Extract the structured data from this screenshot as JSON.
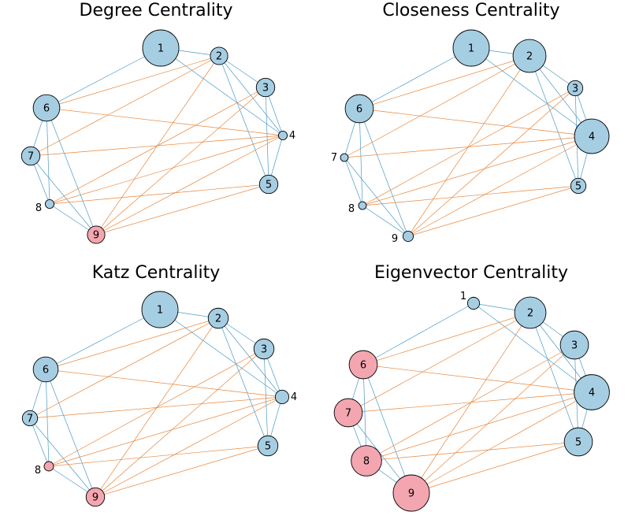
{
  "colors": {
    "node_default": "#a6cee3",
    "node_highlight": "#f4a6b0",
    "edge_intra": "#4a9bc9",
    "edge_cross": "#e8863a"
  },
  "panels": [
    {
      "title": "Degree Centrality",
      "nodes": [
        {
          "id": "1",
          "size": 1.0,
          "highlight": false,
          "label_outside": false
        },
        {
          "id": "2",
          "size": 0.42,
          "highlight": false,
          "label_outside": false
        },
        {
          "id": "3",
          "size": 0.45,
          "highlight": false,
          "label_outside": false
        },
        {
          "id": "4",
          "size": 0.15,
          "highlight": false,
          "label_outside": true
        },
        {
          "id": "5",
          "size": 0.45,
          "highlight": false,
          "label_outside": false
        },
        {
          "id": "6",
          "size": 0.7,
          "highlight": false,
          "label_outside": false
        },
        {
          "id": "7",
          "size": 0.45,
          "highlight": false,
          "label_outside": false
        },
        {
          "id": "8",
          "size": 0.15,
          "highlight": false,
          "label_outside": true
        },
        {
          "id": "9",
          "size": 0.42,
          "highlight": true,
          "label_outside": false
        }
      ]
    },
    {
      "title": "Closeness Centrality",
      "nodes": [
        {
          "id": "1",
          "size": 1.0,
          "highlight": false,
          "label_outside": false
        },
        {
          "id": "2",
          "size": 0.9,
          "highlight": false,
          "label_outside": false
        },
        {
          "id": "3",
          "size": 0.35,
          "highlight": false,
          "label_outside": false
        },
        {
          "id": "4",
          "size": 0.95,
          "highlight": false,
          "label_outside": false
        },
        {
          "id": "5",
          "size": 0.35,
          "highlight": false,
          "label_outside": false
        },
        {
          "id": "6",
          "size": 0.75,
          "highlight": false,
          "label_outside": false
        },
        {
          "id": "7",
          "size": 0.12,
          "highlight": false,
          "label_outside": true
        },
        {
          "id": "8",
          "size": 0.12,
          "highlight": false,
          "label_outside": true
        },
        {
          "id": "9",
          "size": 0.2,
          "highlight": false,
          "label_outside": true
        }
      ]
    },
    {
      "title": "Katz Centrality",
      "nodes": [
        {
          "id": "1",
          "size": 1.0,
          "highlight": false,
          "label_outside": false
        },
        {
          "id": "2",
          "size": 0.5,
          "highlight": false,
          "label_outside": false
        },
        {
          "id": "3",
          "size": 0.5,
          "highlight": false,
          "label_outside": false
        },
        {
          "id": "4",
          "size": 0.3,
          "highlight": false,
          "label_outside": true
        },
        {
          "id": "5",
          "size": 0.5,
          "highlight": false,
          "label_outside": false
        },
        {
          "id": "6",
          "size": 0.65,
          "highlight": false,
          "label_outside": false
        },
        {
          "id": "7",
          "size": 0.35,
          "highlight": false,
          "label_outside": false
        },
        {
          "id": "8",
          "size": 0.17,
          "highlight": true,
          "label_outside": true
        },
        {
          "id": "9",
          "size": 0.45,
          "highlight": true,
          "label_outside": false
        }
      ]
    },
    {
      "title": "Eigenvector Centrality",
      "nodes": [
        {
          "id": "1",
          "size": 0.25,
          "highlight": false,
          "label_outside": true
        },
        {
          "id": "2",
          "size": 0.85,
          "highlight": false,
          "label_outside": false
        },
        {
          "id": "3",
          "size": 0.75,
          "highlight": false,
          "label_outside": false
        },
        {
          "id": "4",
          "size": 0.97,
          "highlight": false,
          "label_outside": false
        },
        {
          "id": "5",
          "size": 0.75,
          "highlight": false,
          "label_outside": false
        },
        {
          "id": "6",
          "size": 0.75,
          "highlight": true,
          "label_outside": false
        },
        {
          "id": "7",
          "size": 0.75,
          "highlight": true,
          "label_outside": false
        },
        {
          "id": "8",
          "size": 0.82,
          "highlight": true,
          "label_outside": false
        },
        {
          "id": "9",
          "size": 1.0,
          "highlight": true,
          "label_outside": false
        }
      ]
    }
  ],
  "edges": [
    {
      "source": "1",
      "target": "2",
      "kind": "intra"
    },
    {
      "source": "1",
      "target": "4",
      "kind": "intra"
    },
    {
      "source": "1",
      "target": "6",
      "kind": "intra"
    },
    {
      "source": "2",
      "target": "3",
      "kind": "intra"
    },
    {
      "source": "2",
      "target": "4",
      "kind": "intra"
    },
    {
      "source": "2",
      "target": "5",
      "kind": "intra"
    },
    {
      "source": "3",
      "target": "4",
      "kind": "intra"
    },
    {
      "source": "3",
      "target": "5",
      "kind": "intra"
    },
    {
      "source": "4",
      "target": "5",
      "kind": "intra"
    },
    {
      "source": "6",
      "target": "7",
      "kind": "intra"
    },
    {
      "source": "6",
      "target": "8",
      "kind": "intra"
    },
    {
      "source": "6",
      "target": "9",
      "kind": "intra"
    },
    {
      "source": "7",
      "target": "8",
      "kind": "intra"
    },
    {
      "source": "7",
      "target": "9",
      "kind": "intra"
    },
    {
      "source": "8",
      "target": "9",
      "kind": "intra"
    },
    {
      "source": "2",
      "target": "6",
      "kind": "cross"
    },
    {
      "source": "2",
      "target": "7",
      "kind": "cross"
    },
    {
      "source": "2",
      "target": "9",
      "kind": "cross"
    },
    {
      "source": "3",
      "target": "8",
      "kind": "cross"
    },
    {
      "source": "3",
      "target": "9",
      "kind": "cross"
    },
    {
      "source": "4",
      "target": "6",
      "kind": "cross"
    },
    {
      "source": "4",
      "target": "7",
      "kind": "cross"
    },
    {
      "source": "4",
      "target": "8",
      "kind": "cross"
    },
    {
      "source": "4",
      "target": "9",
      "kind": "cross"
    },
    {
      "source": "5",
      "target": "8",
      "kind": "cross"
    },
    {
      "source": "5",
      "target": "9",
      "kind": "cross"
    }
  ]
}
